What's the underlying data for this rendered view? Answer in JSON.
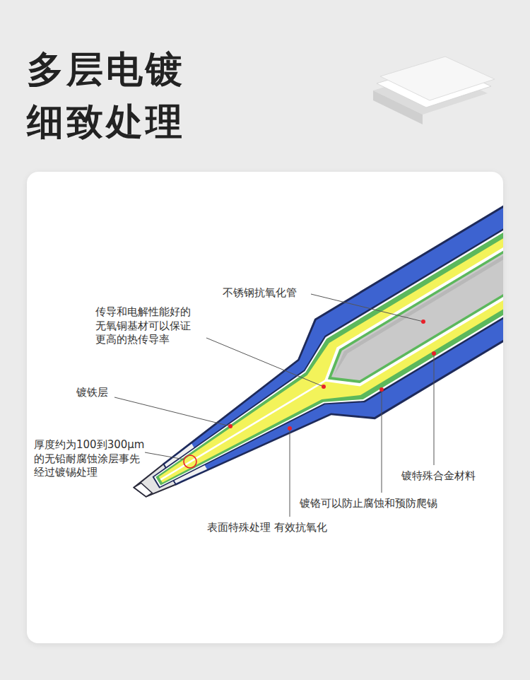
{
  "diagram": {
    "title": "多层电镀 细致处理",
    "labels": [
      "不锈钢抗氧化管",
      "传导和电解性能好的 无氧铜基材可以保证 更高的热传导率",
      "镀铁层",
      "厚度约为100到300μm 的无铅耐腐蚀涂层事先 经过镀锡处理",
      "镀特殊合金材料",
      "镀铬可以防止腐蚀和预防爬锡",
      "表面特殊处理 有效抗氧化"
    ]
  }
}
